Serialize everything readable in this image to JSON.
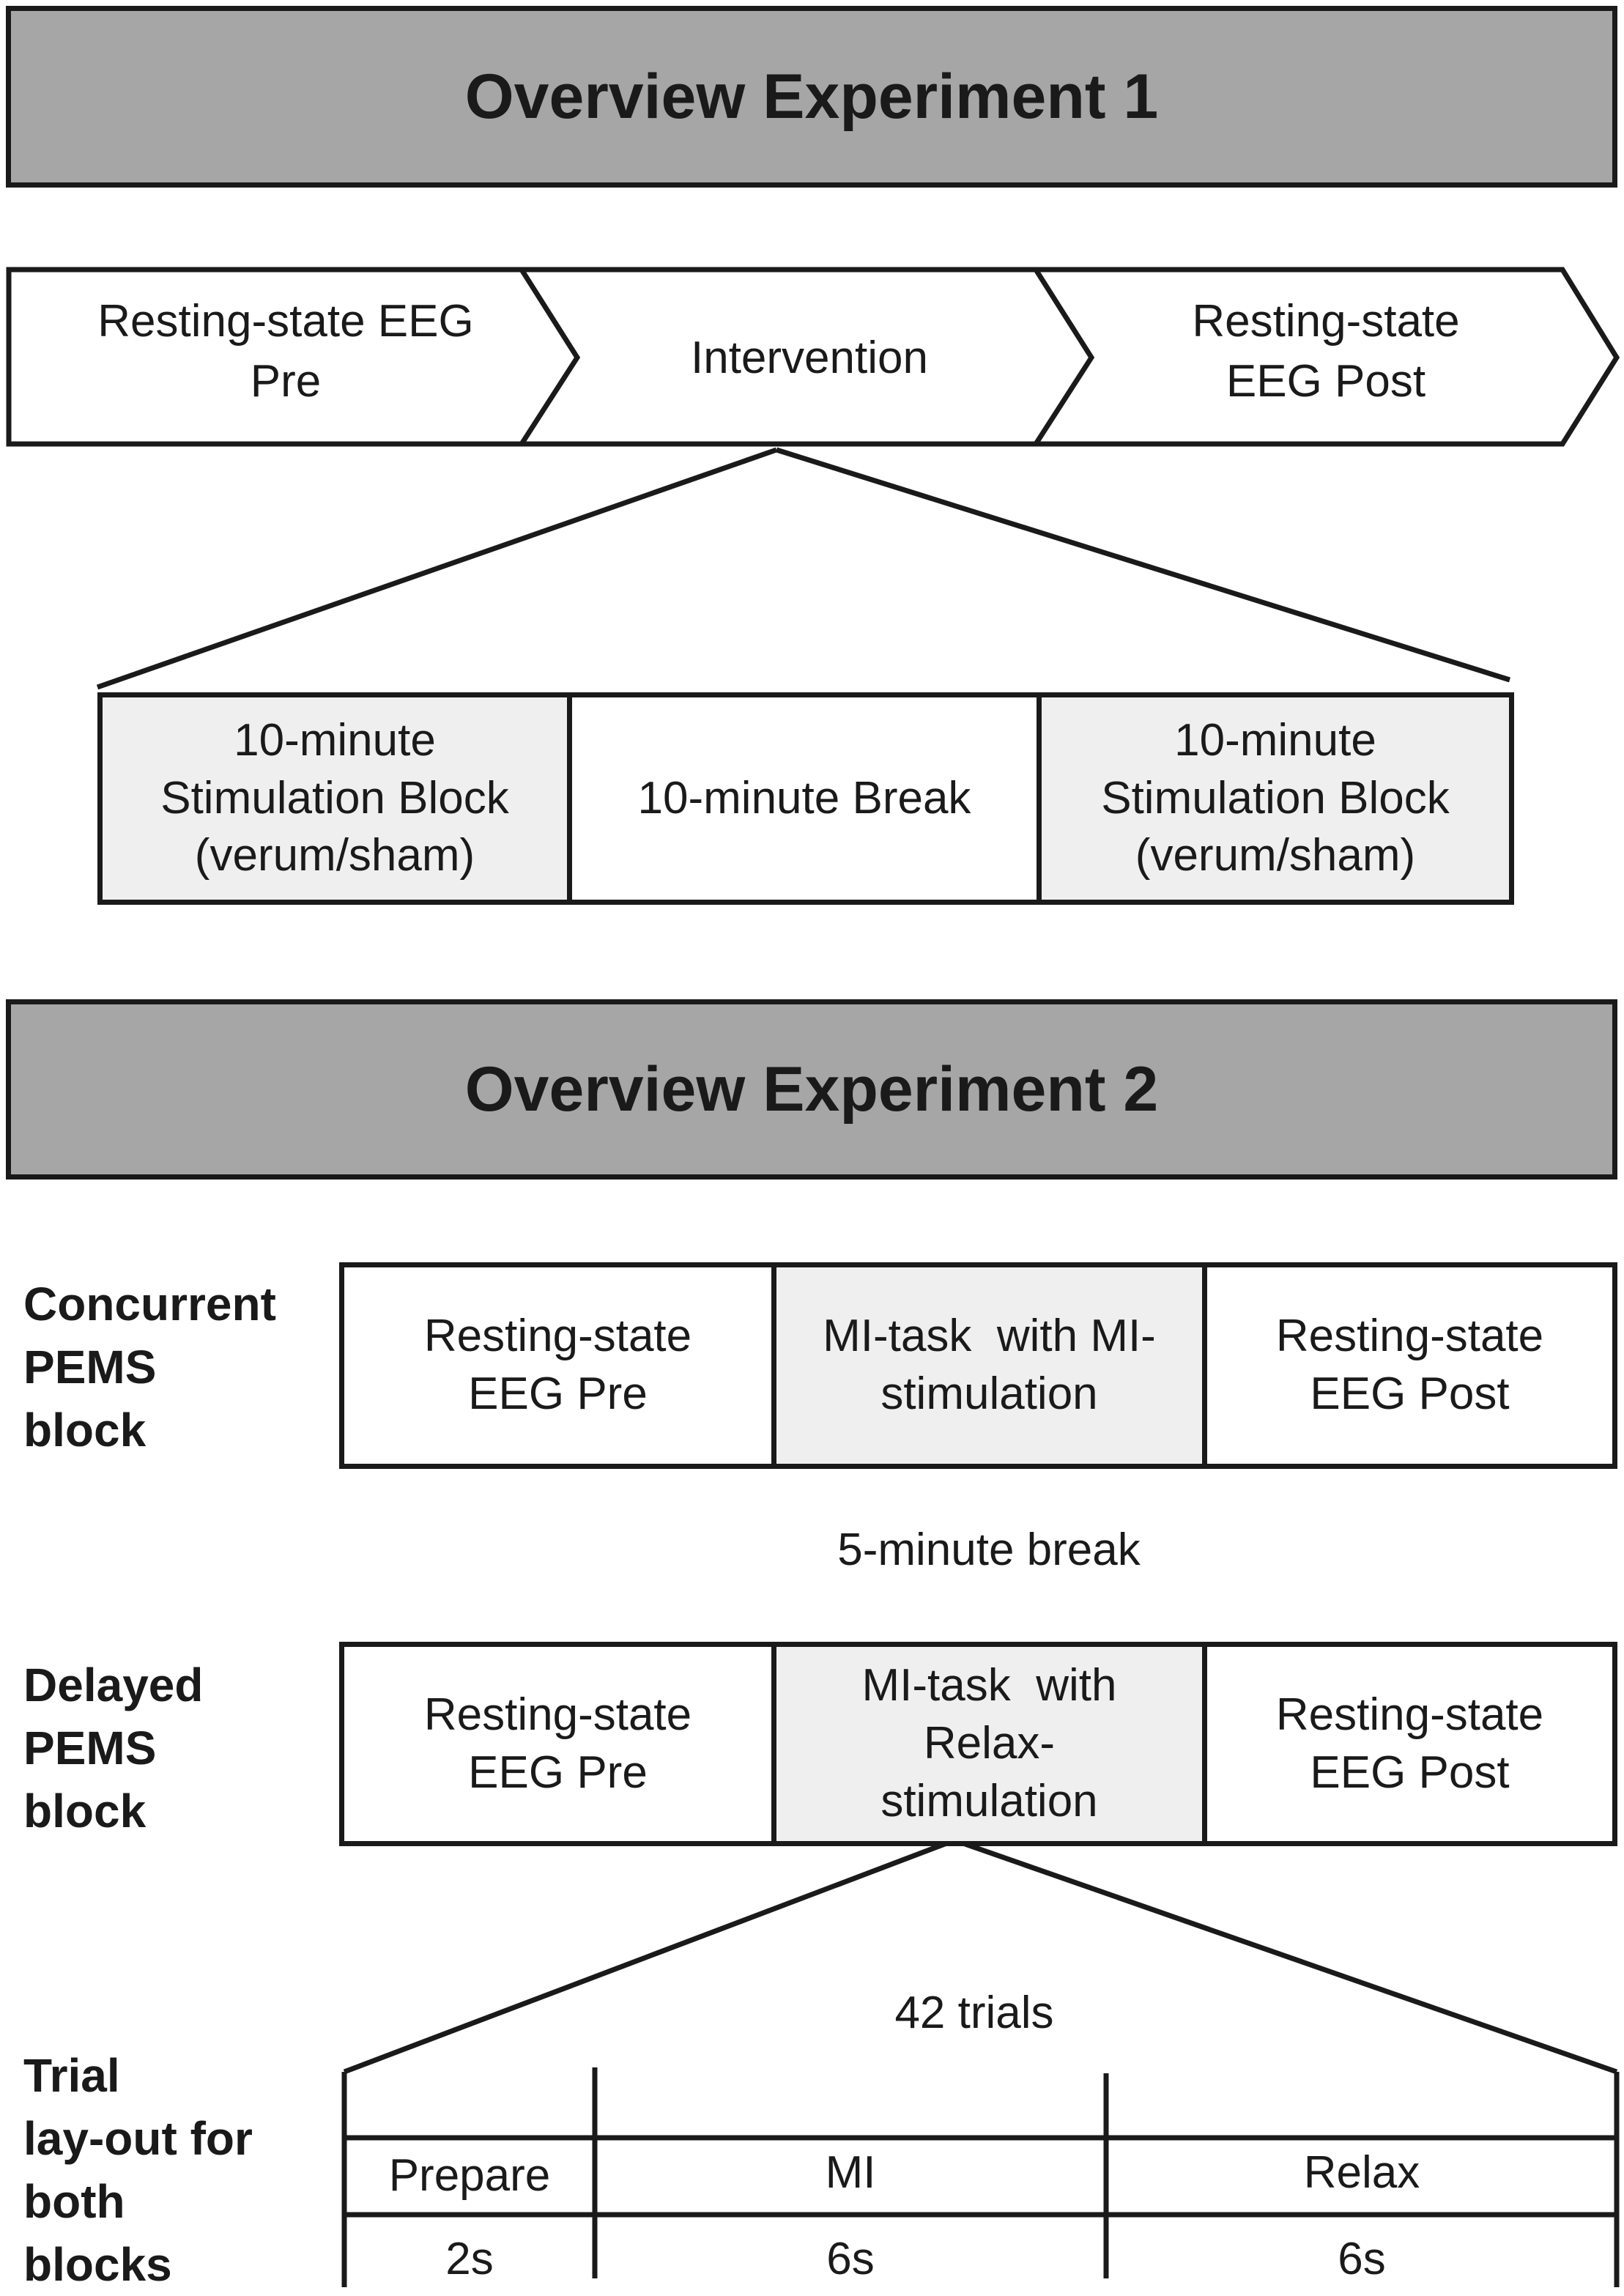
{
  "experiment1": {
    "title": "Overview Experiment 1",
    "chevrons": [
      {
        "line1": "Resting-state EEG",
        "line2": "Pre"
      },
      {
        "line1": "Intervention",
        "line2": ""
      },
      {
        "line1": "Resting-state",
        "line2": "EEG Post"
      }
    ],
    "blocks": [
      {
        "line1": "10-minute",
        "line2": "Stimulation Block",
        "line3": "(verum/sham)"
      },
      {
        "line1": "10-minute Break"
      },
      {
        "line1": "10-minute",
        "line2": "Stimulation Block",
        "line3": "(verum/sham)"
      }
    ]
  },
  "experiment2": {
    "title": "Overview Experiment 2",
    "concurrent": {
      "label_line1": "Concurrent",
      "label_line2": "PEMS",
      "label_line3": "block",
      "cells": [
        {
          "line1": "Resting-state",
          "line2": "EEG Pre"
        },
        {
          "line1": "MI-task  with MI-",
          "line2": "stimulation"
        },
        {
          "line1": "Resting-state",
          "line2": "EEG Post"
        }
      ]
    },
    "break_text": "5-minute break",
    "delayed": {
      "label_line1": "Delayed",
      "label_line2": "PEMS",
      "label_line3": "block",
      "cells": [
        {
          "line1": "Resting-state",
          "line2": "EEG Pre"
        },
        {
          "line1": "MI-task  with",
          "line2": "Relax-",
          "line3": "stimulation"
        },
        {
          "line1": "Resting-state",
          "line2": "EEG Post"
        }
      ]
    },
    "trials_text": "42 trials",
    "trial_label": {
      "line1": "Trial",
      "line2": "lay-out for",
      "line3": "both",
      "line4": "blocks"
    },
    "phases": [
      {
        "name": "Prepare",
        "duration": "2s"
      },
      {
        "name": "MI",
        "duration": "6s"
      },
      {
        "name": "Relax",
        "duration": "6s"
      }
    ]
  }
}
